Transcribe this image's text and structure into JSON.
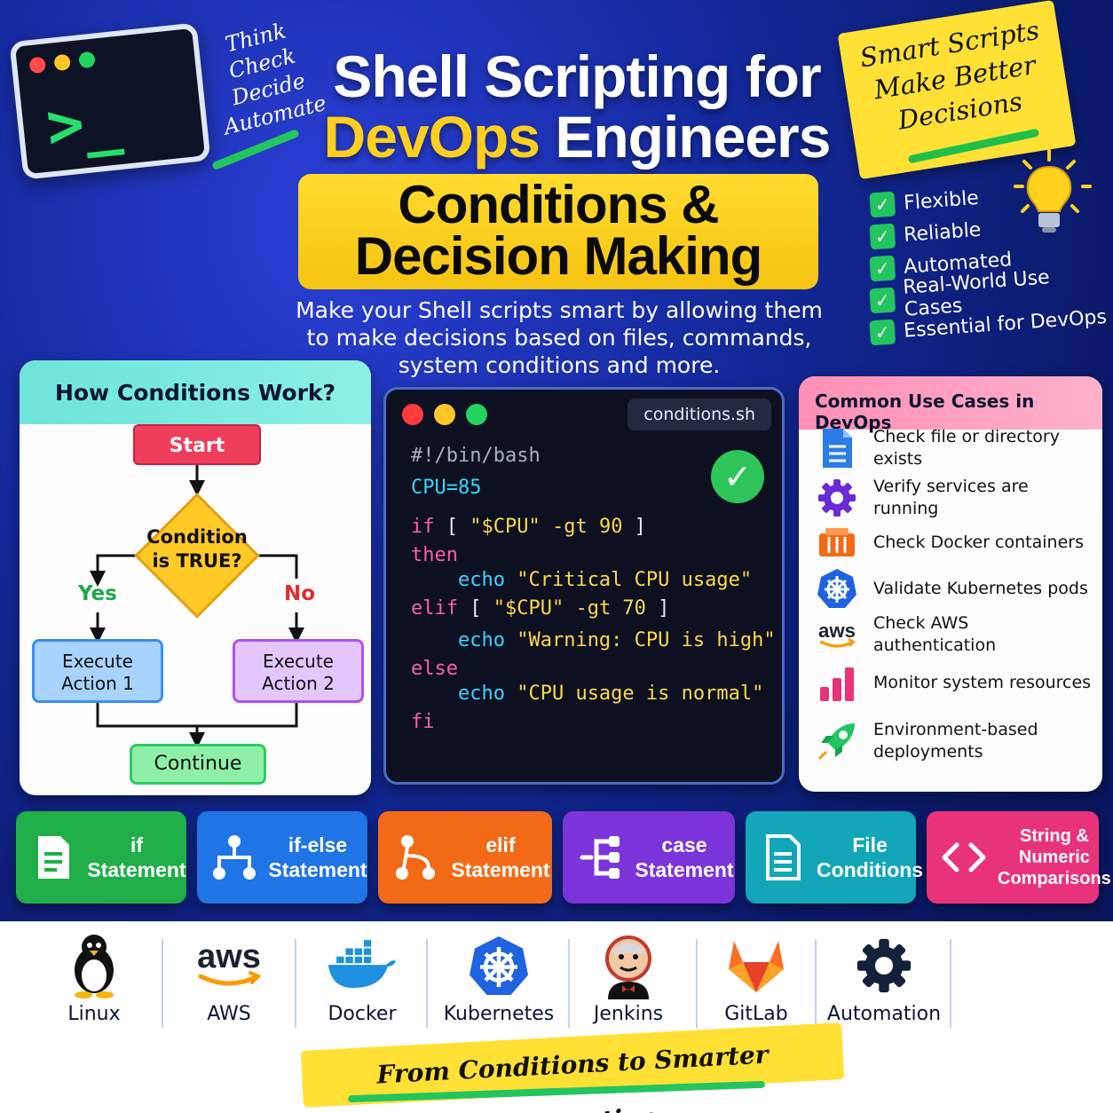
{
  "header": {
    "think_words": [
      "Think",
      "Check",
      "Decide",
      "Automate"
    ],
    "title_line1": "Shell Scripting for",
    "title_line2_highlight": "DevOps",
    "title_line2_rest": " Engineers",
    "banner_line1": "Conditions &",
    "banner_line2": "Decision Making",
    "subtitle": "Make your Shell scripts smart by allowing them to make decisions based on files, commands, system conditions and more.",
    "sticky_lines": [
      "Smart Scripts",
      "Make Better",
      "Decisions"
    ]
  },
  "benefits": [
    "Flexible",
    "Reliable",
    "Automated",
    "Real-World Use Cases",
    "Essential for DevOps"
  ],
  "flowchart": {
    "title": "How Conditions Work?",
    "start": "Start",
    "condition_line1": "Condition",
    "condition_line2": "is TRUE?",
    "yes": "Yes",
    "no": "No",
    "action1_line1": "Execute",
    "action1_line2": "Action 1",
    "action2_line1": "Execute",
    "action2_line2": "Action 2",
    "continue": "Continue"
  },
  "code": {
    "filename": "conditions.sh",
    "lines": [
      {
        "parts": [
          {
            "t": "#!/bin/bash",
            "c": "c-gray"
          }
        ]
      },
      {
        "parts": [
          {
            "t": "CPU=85",
            "c": "c-cyan"
          }
        ]
      },
      {
        "parts": [
          {
            "t": "if",
            "c": "c-pink"
          },
          {
            "t": " [ ",
            "c": "c-white"
          },
          {
            "t": "\"$CPU\" -gt 90",
            "c": "c-yellow"
          },
          {
            "t": " ]",
            "c": "c-white"
          }
        ]
      },
      {
        "parts": [
          {
            "t": "then",
            "c": "c-pink"
          }
        ]
      },
      {
        "parts": [
          {
            "t": "    echo ",
            "c": "c-cyan"
          },
          {
            "t": "\"Critical CPU usage\"",
            "c": "c-yellow"
          }
        ]
      },
      {
        "parts": [
          {
            "t": "elif",
            "c": "c-pink"
          },
          {
            "t": " [ ",
            "c": "c-white"
          },
          {
            "t": "\"$CPU\" -gt 70",
            "c": "c-yellow"
          },
          {
            "t": " ]",
            "c": "c-white"
          }
        ]
      },
      {
        "parts": [
          {
            "t": "    echo ",
            "c": "c-cyan"
          },
          {
            "t": "\"Warning: CPU is high\"",
            "c": "c-yellow"
          }
        ]
      },
      {
        "parts": [
          {
            "t": "else",
            "c": "c-pink"
          }
        ]
      },
      {
        "parts": [
          {
            "t": "    echo ",
            "c": "c-cyan"
          },
          {
            "t": "\"CPU usage is normal\"",
            "c": "c-yellow"
          }
        ]
      },
      {
        "parts": [
          {
            "t": "fi",
            "c": "c-pink"
          }
        ]
      }
    ]
  },
  "use_cases": {
    "title": "Common Use Cases in DevOps",
    "items": [
      {
        "label": "Check file or directory exists",
        "icon": "file-icon"
      },
      {
        "label": "Verify services are running",
        "icon": "gear-icon"
      },
      {
        "label": "Check Docker containers",
        "icon": "container-icon"
      },
      {
        "label": "Validate Kubernetes pods",
        "icon": "kubernetes-icon"
      },
      {
        "label": "Check AWS authentication",
        "icon": "aws-icon"
      },
      {
        "label": "Monitor system resources",
        "icon": "bar-chart-icon"
      },
      {
        "label": "Environment-based deployments",
        "icon": "rocket-icon"
      }
    ]
  },
  "features": [
    {
      "line1": "if",
      "line2": "Statement",
      "color": "#1fae47"
    },
    {
      "line1": "if-else",
      "line2": "Statement",
      "color": "#1f74e6"
    },
    {
      "line1": "elif",
      "line2": "Statement",
      "color": "#f26a16"
    },
    {
      "line1": "case",
      "line2": "Statement",
      "color": "#7a34d9"
    },
    {
      "line1": "File",
      "line2": "Conditions",
      "color": "#13a6b8"
    },
    {
      "line1": "String &",
      "line2": "Numeric",
      "line3": "Comparisons",
      "color": "#e8337a"
    }
  ],
  "tools": [
    "Linux",
    "AWS",
    "Docker",
    "Kubernetes",
    "Jenkins",
    "GitLab",
    "Automation"
  ],
  "aws_wordmark": "aws",
  "footer": "From Conditions to Smarter Automation"
}
